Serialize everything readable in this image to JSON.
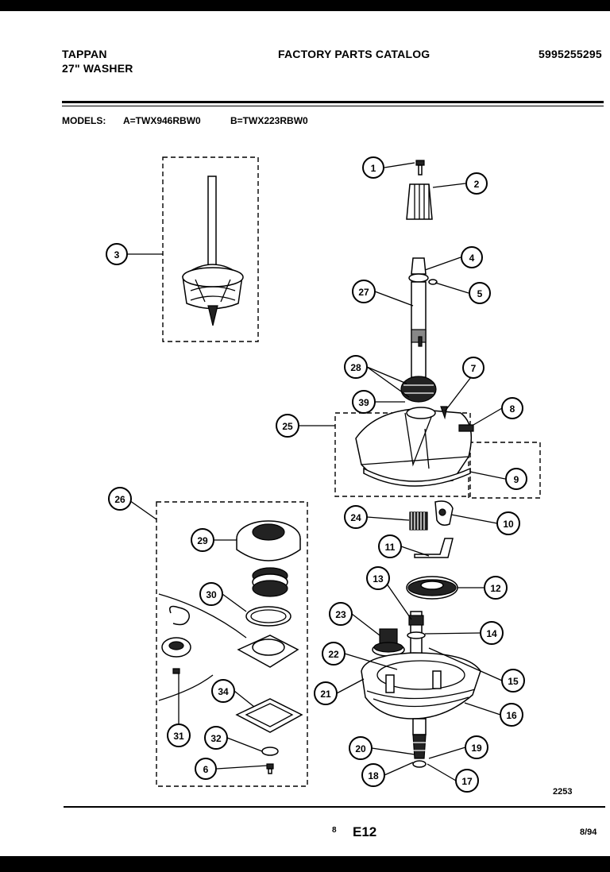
{
  "header": {
    "brand": "TAPPAN",
    "product": "27\" WASHER",
    "catalog_title": "FACTORY PARTS CATALOG",
    "catalog_number": "5995255295"
  },
  "models": {
    "label": "MODELS:",
    "model_a": "A=TWX946RBW0",
    "model_b": "B=TWX223RBW0"
  },
  "diagram": {
    "drawing_number": "2253",
    "callouts": [
      "1",
      "2",
      "3",
      "4",
      "5",
      "27",
      "28",
      "7",
      "39",
      "8",
      "25",
      "9",
      "26",
      "24",
      "10",
      "29",
      "11",
      "12",
      "13",
      "30",
      "23",
      "14",
      "22",
      "15",
      "21",
      "16",
      "34",
      "31",
      "32",
      "20",
      "19",
      "6",
      "18",
      "17"
    ]
  },
  "footer": {
    "page_marker": "8",
    "page_code": "E12",
    "date": "8/94"
  }
}
